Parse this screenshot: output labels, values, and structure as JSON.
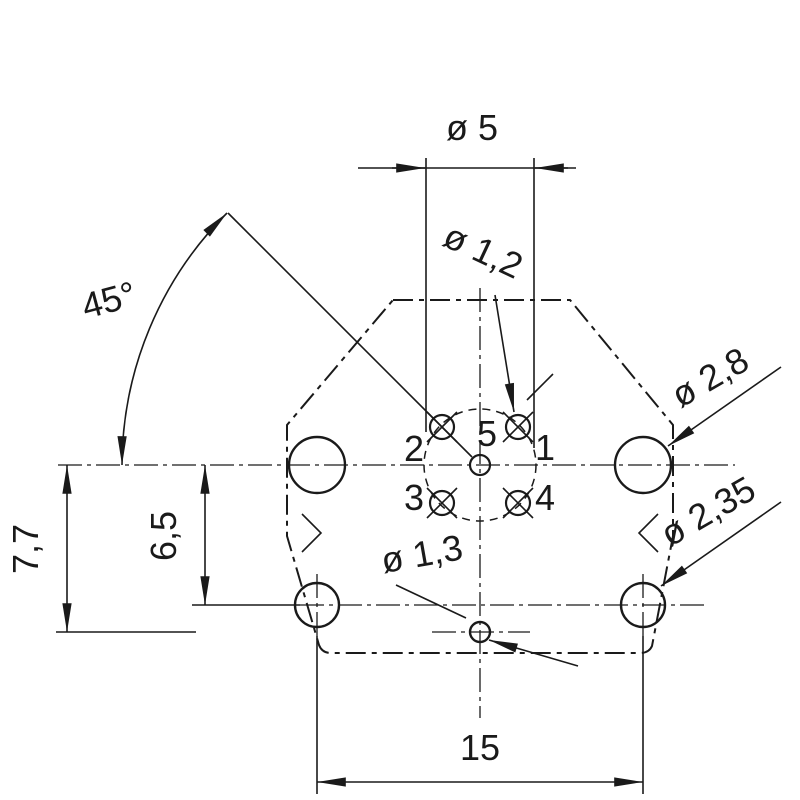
{
  "colors": {
    "background": "#ffffff",
    "ink": "#1a1a1a"
  },
  "dimensions": {
    "pitch_circle": "ø 5",
    "pin_angle": "45°",
    "pin_hole": "ø 1,2",
    "side_hole": "ø 2,8",
    "bottom_side_hole": "ø 2,35",
    "bottom_center_hole": "ø 1,3",
    "vertical_total": "7,7",
    "vertical_row": "6,5",
    "horizontal_span": "15"
  },
  "pins": {
    "pin1": "1",
    "pin2": "2",
    "pin3": "3",
    "pin4": "4",
    "pin5": "5"
  }
}
